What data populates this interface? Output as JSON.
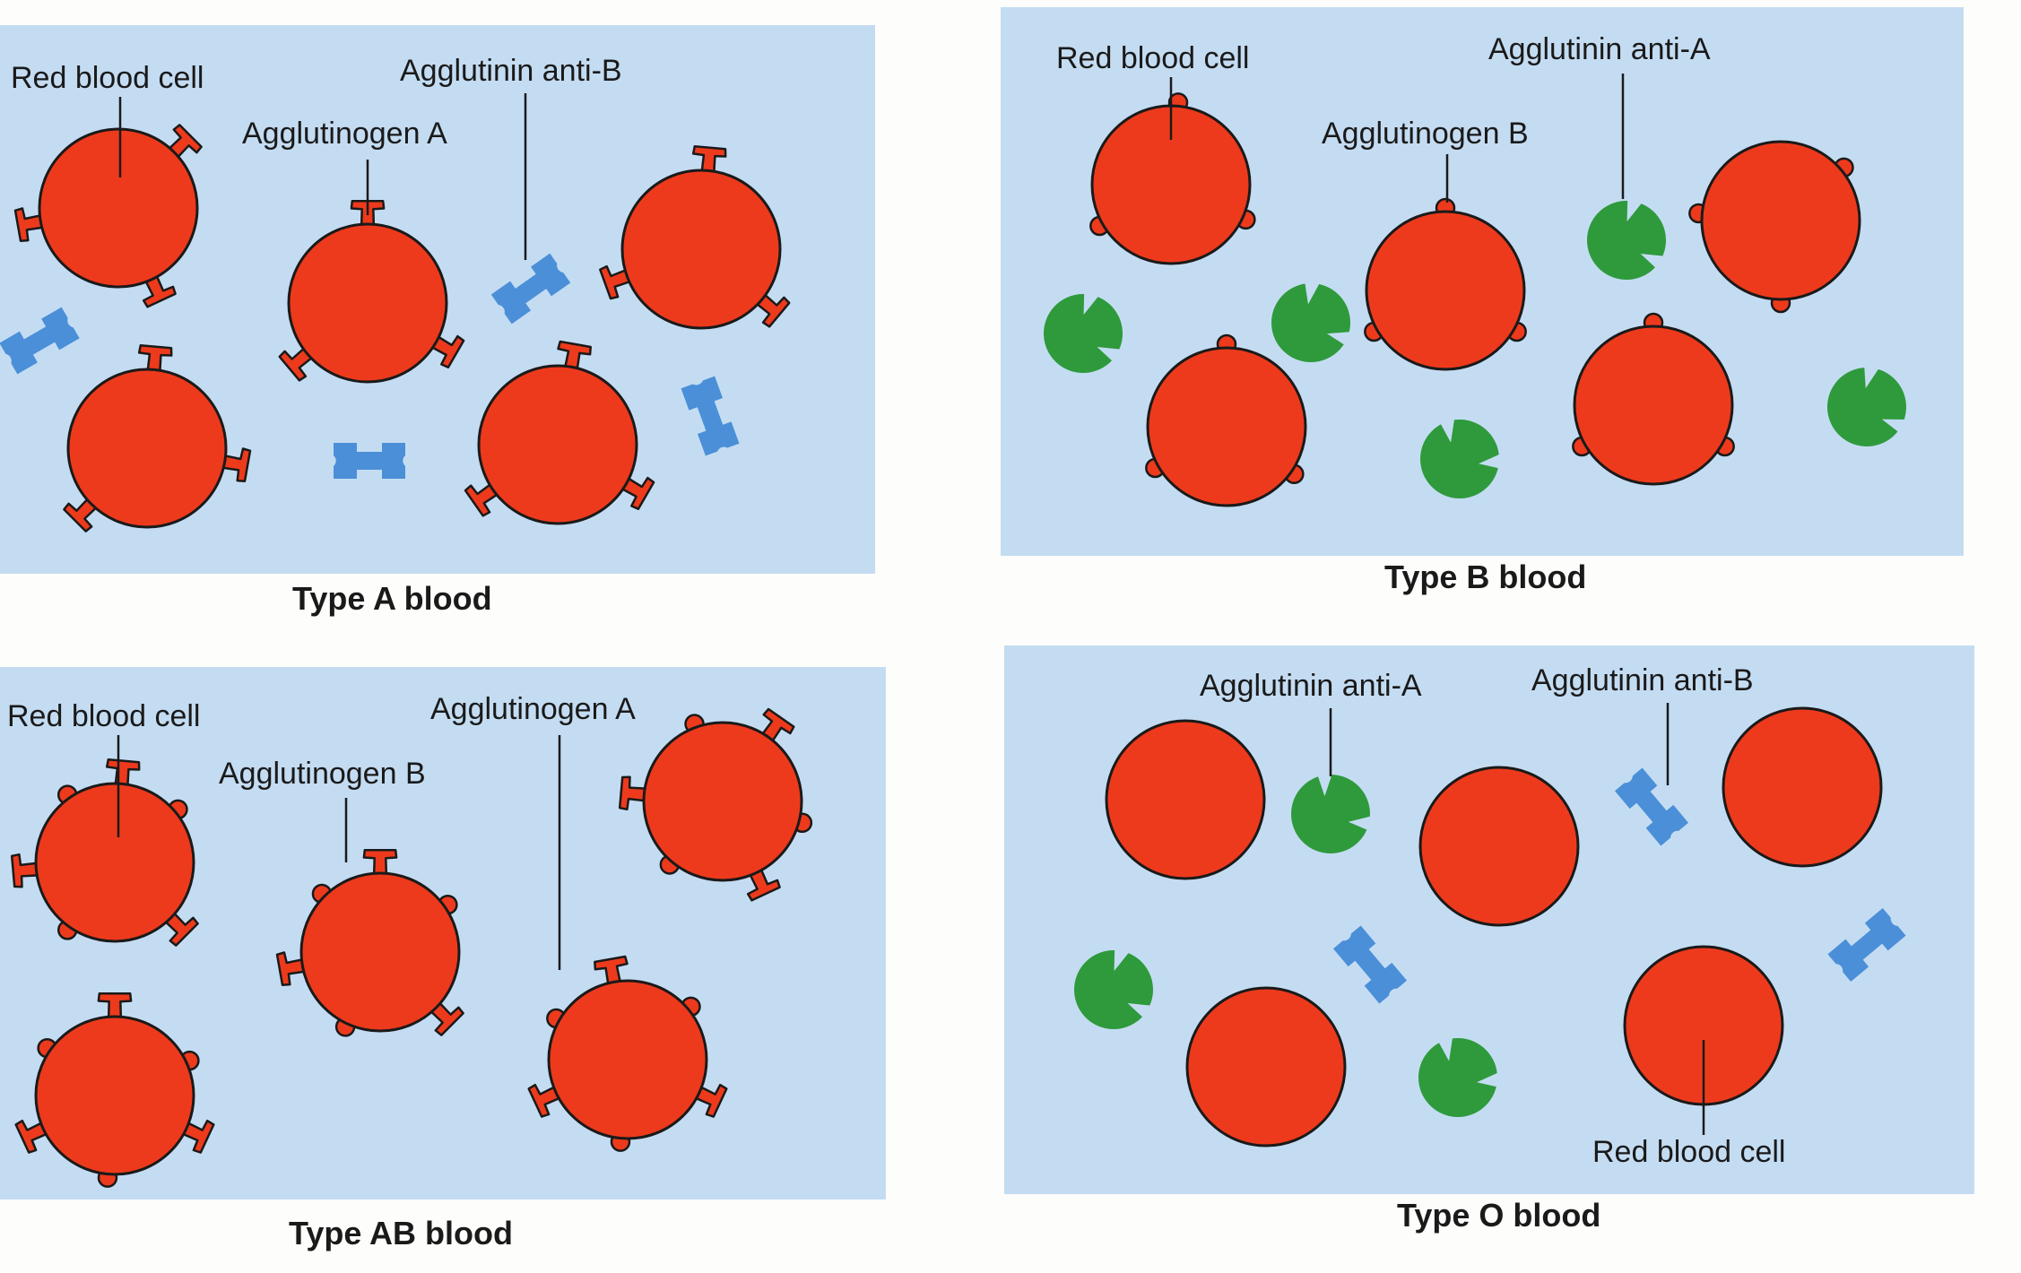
{
  "panels": {
    "type_a": {
      "caption": "Type A blood",
      "labels": {
        "red_blood_cell": "Red blood cell",
        "agglutinin": "Agglutinin anti-B",
        "agglutinogen": "Agglutinogen A"
      }
    },
    "type_b": {
      "caption": "Type B blood",
      "labels": {
        "red_blood_cell": "Red blood cell",
        "agglutinin": "Agglutinin anti-A",
        "agglutinogen": "Agglutinogen B"
      }
    },
    "type_ab": {
      "caption": "Type AB blood",
      "labels": {
        "red_blood_cell": "Red blood cell",
        "agglutinogen_b": "Agglutinogen B",
        "agglutinogen_a": "Agglutinogen A"
      }
    },
    "type_o": {
      "caption": "Type O blood",
      "labels": {
        "agglutinin_anti_a": "Agglutinin anti-A",
        "agglutinin_anti_b": "Agglutinin anti-B",
        "red_blood_cell": "Red blood cell"
      }
    }
  },
  "colors": {
    "panel_background": "#c4dcf2",
    "red_blood_cell": "#ee3a1c",
    "agglutinin_anti_a": "#2e9a3c",
    "agglutinin_anti_b": "#4a8fd8",
    "outline": "#1a1a1a"
  }
}
